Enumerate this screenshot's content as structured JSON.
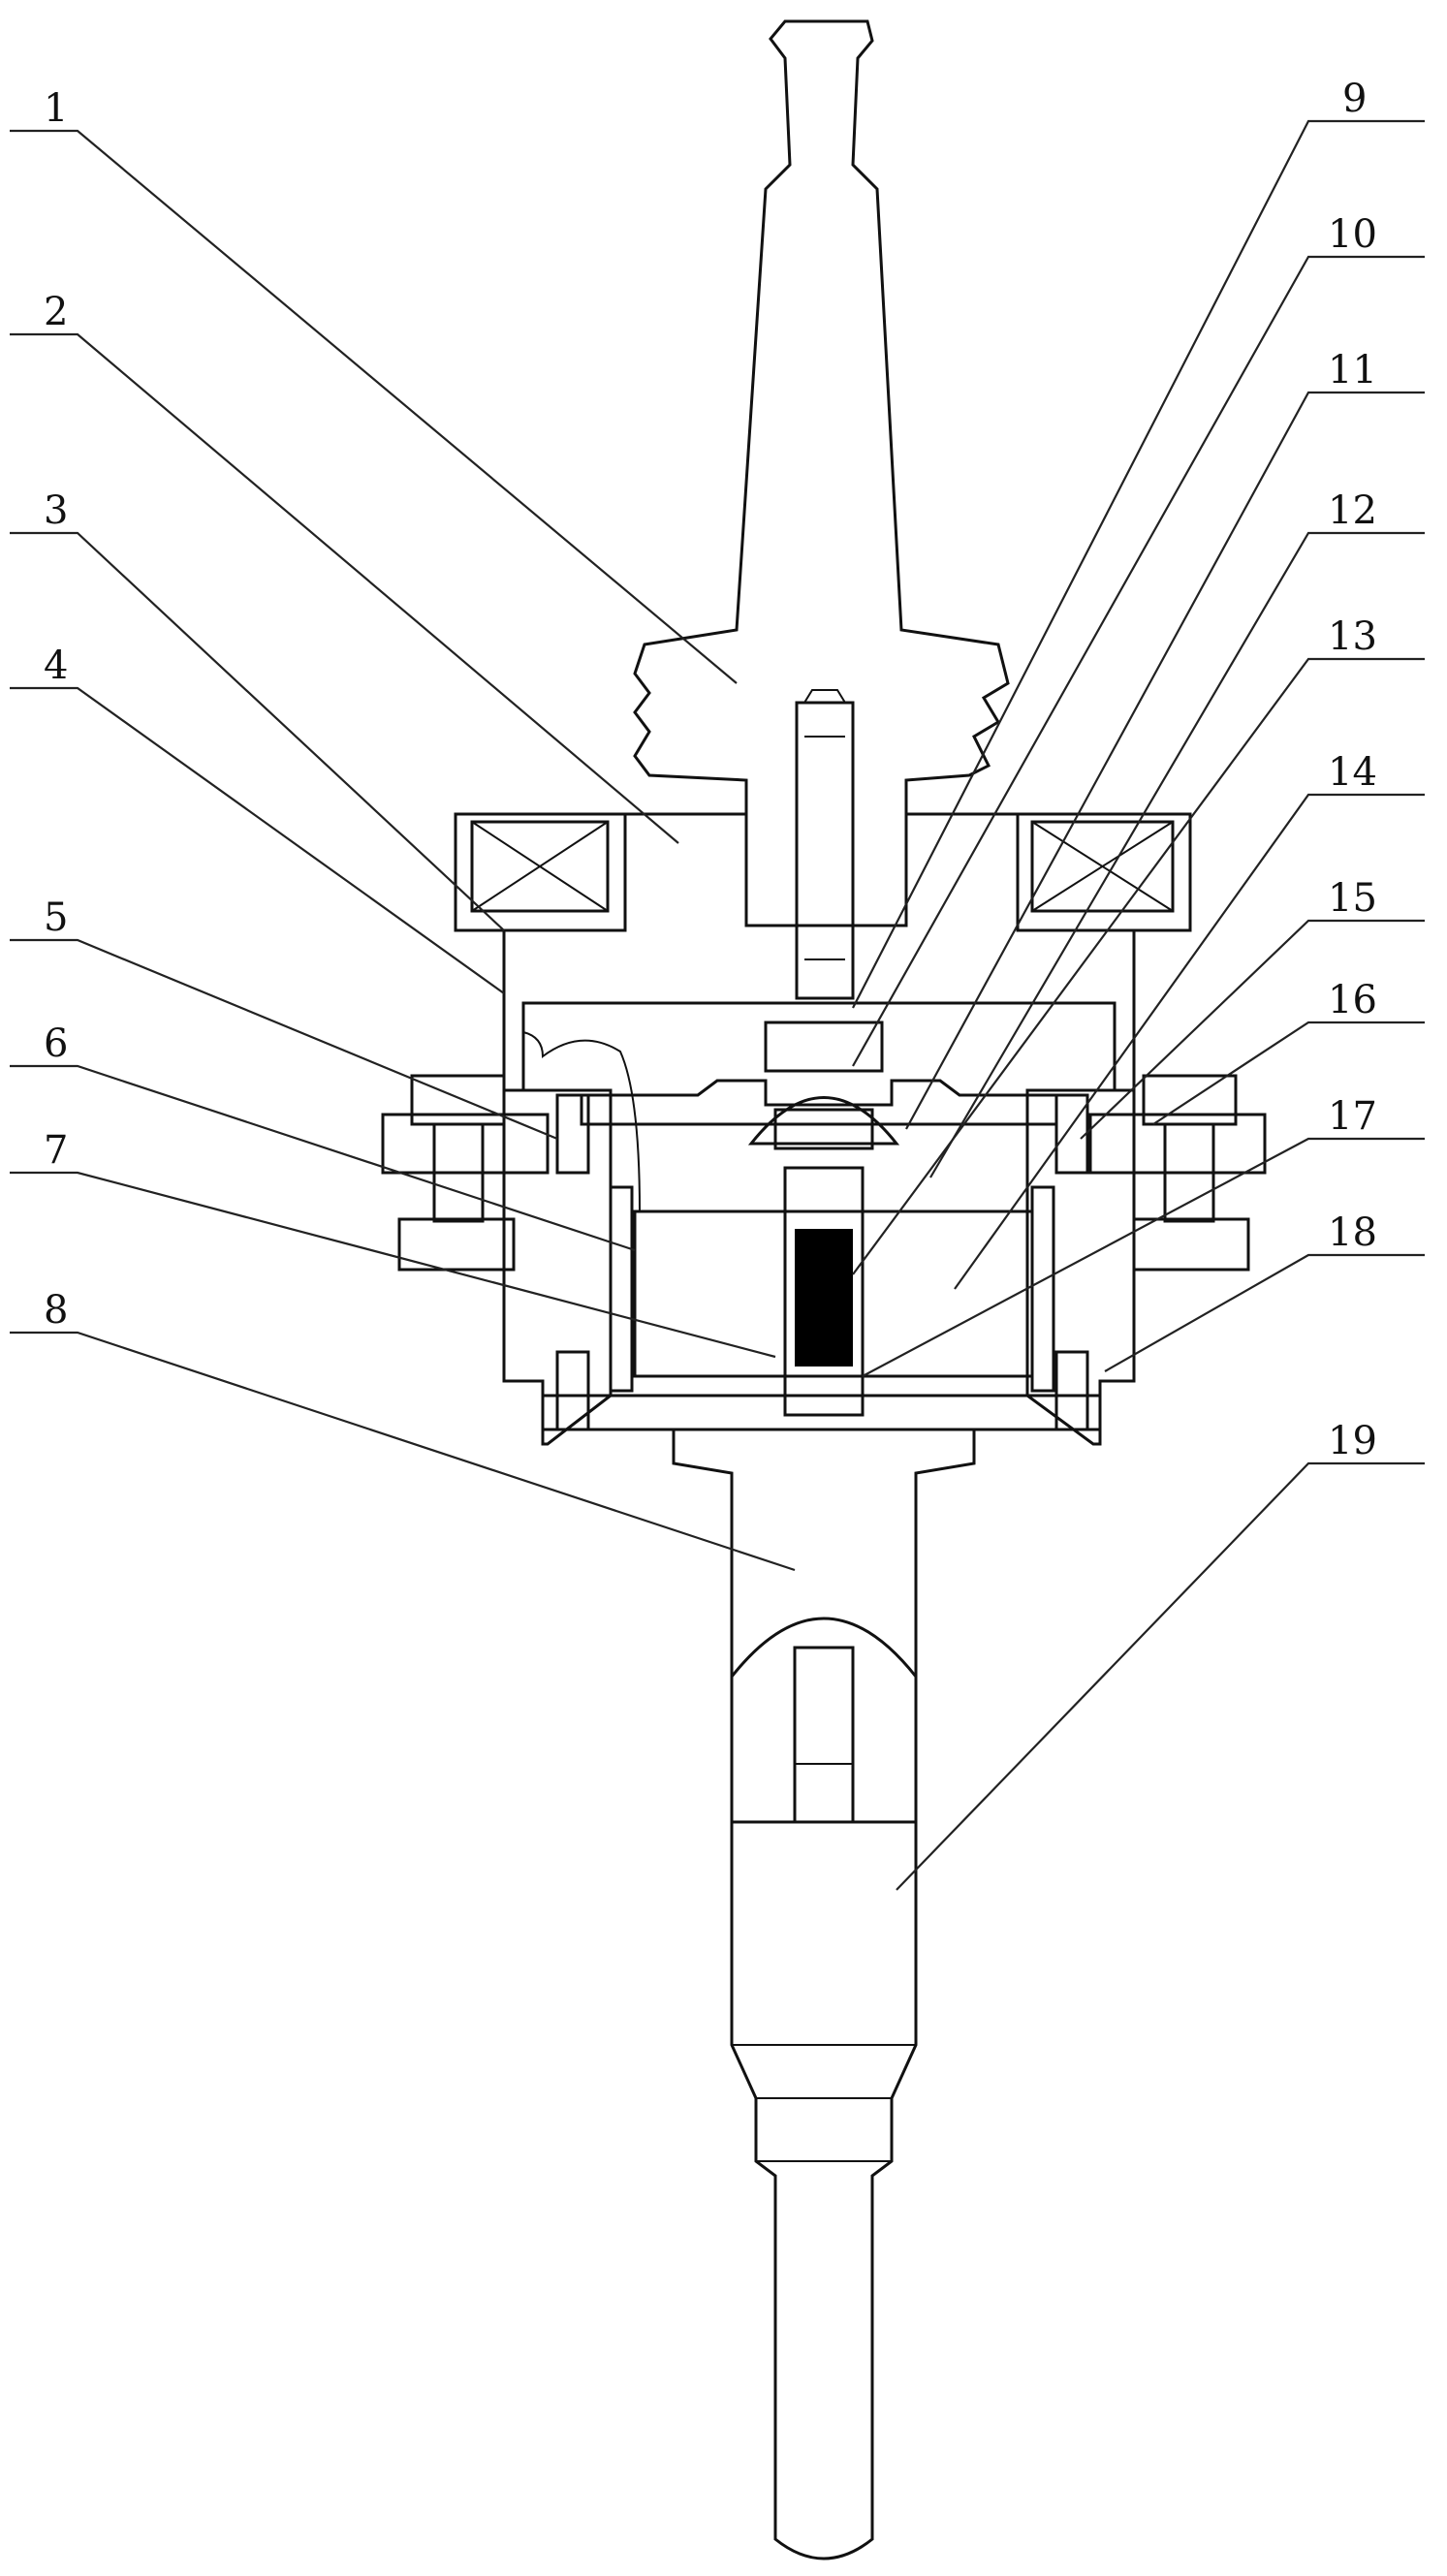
{
  "callouts": [
    {
      "id": "1",
      "label": "1"
    },
    {
      "id": "2",
      "label": "2"
    },
    {
      "id": "3",
      "label": "3"
    },
    {
      "id": "4",
      "label": "4"
    },
    {
      "id": "5",
      "label": "5"
    },
    {
      "id": "6",
      "label": "6"
    },
    {
      "id": "7",
      "label": "7"
    },
    {
      "id": "8",
      "label": "8"
    },
    {
      "id": "9",
      "label": "9"
    },
    {
      "id": "10",
      "label": "10"
    },
    {
      "id": "11",
      "label": "11"
    },
    {
      "id": "12",
      "label": "12"
    },
    {
      "id": "13",
      "label": "13"
    },
    {
      "id": "14",
      "label": "14"
    },
    {
      "id": "15",
      "label": "15"
    },
    {
      "id": "16",
      "label": "16"
    },
    {
      "id": "17",
      "label": "17"
    },
    {
      "id": "18",
      "label": "18"
    },
    {
      "id": "19",
      "label": "19"
    }
  ],
  "colors": {
    "line": "#111111",
    "hatch": "#444444",
    "core": "#000000",
    "background": "#ffffff"
  }
}
